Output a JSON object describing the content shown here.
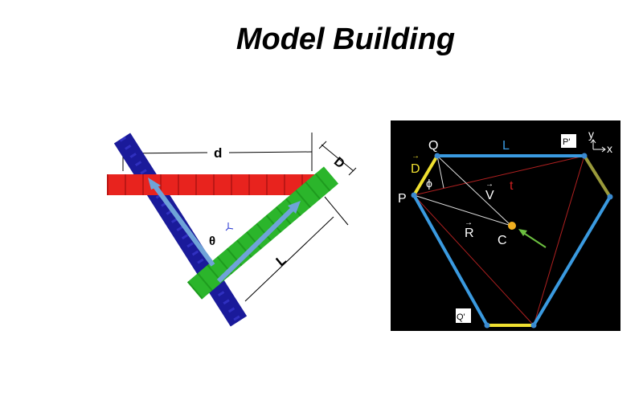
{
  "slide": {
    "title": "Model Building"
  },
  "left_diagram": {
    "labels": {
      "d": "d",
      "D": "D",
      "theta": "θ",
      "L": "L"
    },
    "colors": {
      "rod1": "#1a1a9a",
      "rod2": "#e8231e",
      "rod3": "#2bb52b",
      "axis_arrow": "#6fa3d8"
    }
  },
  "right_diagram": {
    "labels": {
      "Q": "Q",
      "L": "L",
      "P_prime": "P'",
      "y": "y",
      "x": "x",
      "D": "D",
      "phi": "ϕ",
      "V": "V",
      "t": "t",
      "P": "P",
      "R": "R",
      "C": "C",
      "Q_prime": "Q'",
      "vec": "→"
    },
    "colors": {
      "background": "#000000",
      "edge": "#3a9ae0",
      "d_edge": "#f0e030",
      "t_line": "#b02020",
      "center": "#f0b020",
      "arrow": "#6cc040"
    }
  }
}
